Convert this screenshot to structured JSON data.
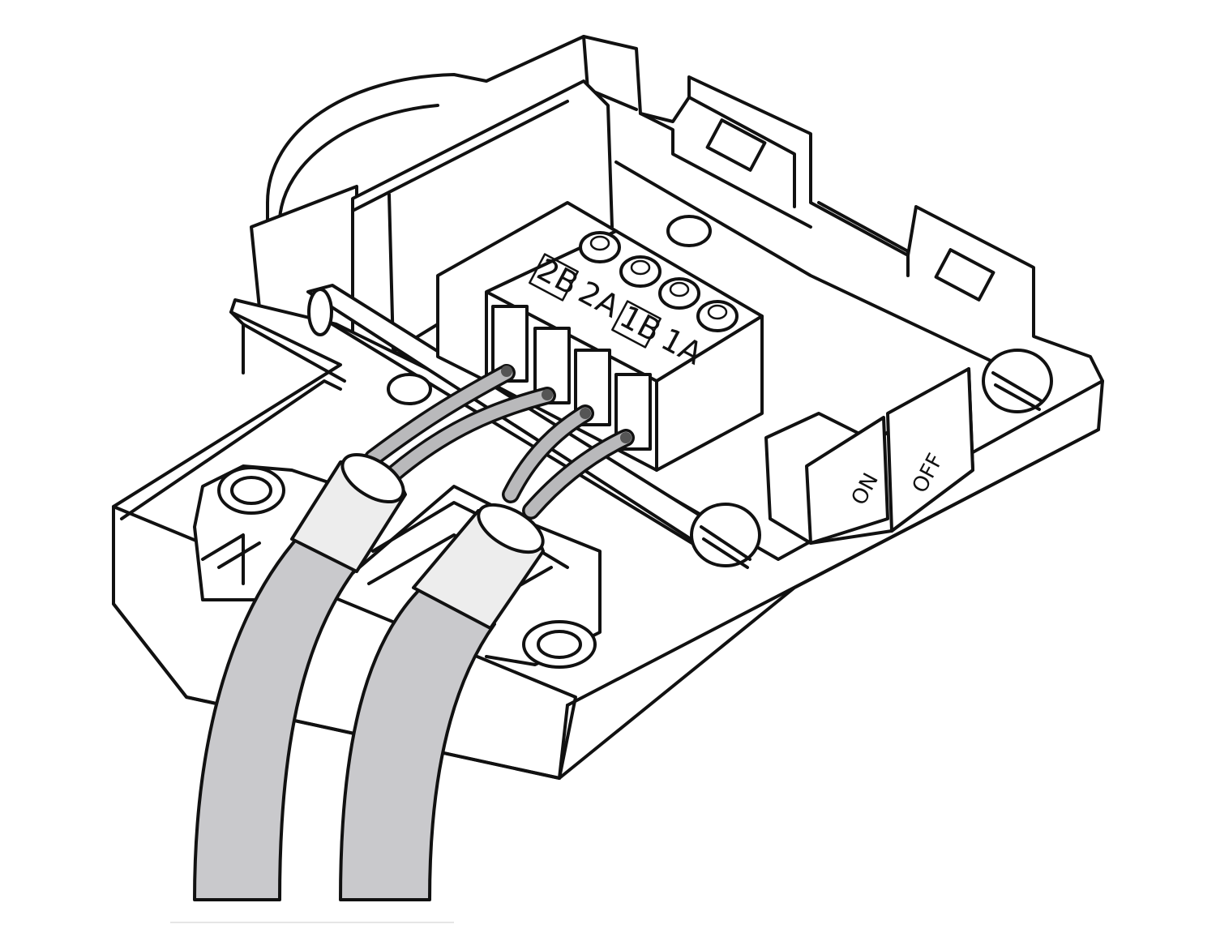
{
  "terminal_labels": [
    {
      "id": "2B",
      "text": "2B",
      "boxed": true
    },
    {
      "id": "2A",
      "text": "2A",
      "boxed": false
    },
    {
      "id": "1B",
      "text": "1B",
      "boxed": true
    },
    {
      "id": "1A",
      "text": "1A",
      "boxed": false
    }
  ],
  "switch": {
    "on_label": "ON",
    "off_label": "OFF"
  },
  "colors": {
    "outline": "#111111",
    "cable": "#c9c9cc",
    "cable_light": "#ededed",
    "wire": "#b9b9bb",
    "metal": "#8a8a8a"
  }
}
